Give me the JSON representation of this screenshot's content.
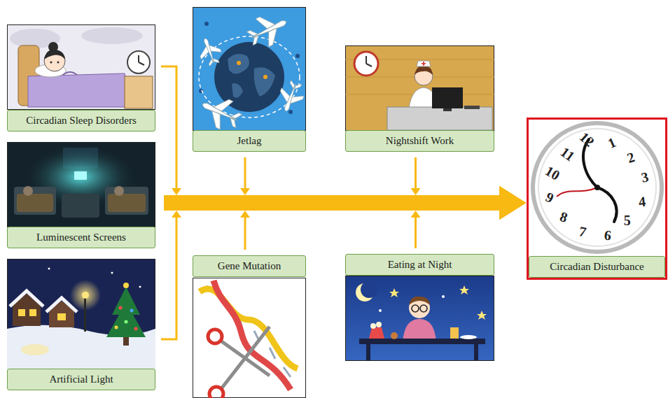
{
  "diagram": {
    "nodes": [
      {
        "text": [
          "Circadian Sleep Disorders"
        ]
      },
      {
        "text": [
          "Jetlag"
        ]
      },
      {
        "text": [
          "Nightshift Work"
        ]
      },
      {
        "text": [
          "Luminescent Screens"
        ]
      },
      {
        "text": [
          "Gene Mutation"
        ]
      },
      {
        "text": [
          "Eating at Night"
        ]
      },
      {
        "text": [
          "Artificial Light"
        ]
      },
      {
        "text": [
          "Circadian Disturbance"
        ]
      }
    ],
    "edges": [
      {
        "from": 0,
        "to": 7,
        "arrow": "to"
      },
      {
        "from": 1,
        "to": 7,
        "arrow": "to"
      },
      {
        "from": 2,
        "to": 7,
        "arrow": "to"
      },
      {
        "from": 3,
        "to": 7,
        "arrow": "to"
      },
      {
        "from": 4,
        "to": 7,
        "arrow": "to"
      },
      {
        "from": 5,
        "to": 7,
        "arrow": "to"
      },
      {
        "from": 6,
        "to": 7,
        "arrow": "to"
      }
    ],
    "labels": [
      "11",
      "12",
      "1",
      "2",
      "3",
      "4",
      "5",
      "6",
      "7",
      "8",
      "9",
      "10"
    ]
  }
}
